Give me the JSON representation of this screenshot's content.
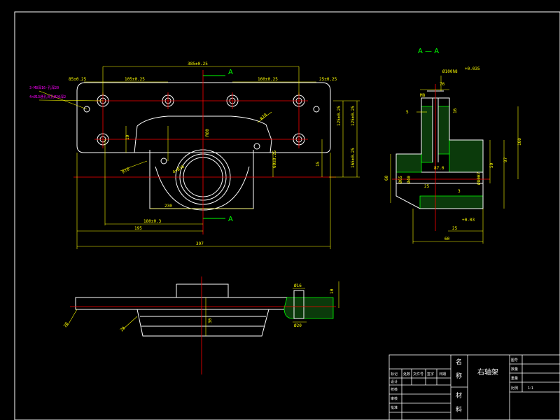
{
  "colors": {
    "background": "#000000",
    "outline": "#ffffff",
    "dimension": "#ffff00",
    "centerline": "#ff0000",
    "hatch": "#00ff00",
    "note": "#ff00ff"
  },
  "front_view": {
    "dims": {
      "overall_holes": "385±0.25",
      "left_offset": "85±0.25",
      "pitch_left": "105±0.25",
      "pitch_right": "160±0.25",
      "right_offset": "25±0.25",
      "right_v1": "125±0.25",
      "right_v2": "125±0.25",
      "right_v3": "165±0.25",
      "right_v4": "60±0.25",
      "small_v": "15",
      "inner_w": "230",
      "lower_w": "180±0.3",
      "half_w": "195",
      "overall_w": "397",
      "center_h": "R80",
      "left_r": "R70",
      "right_r": "R70",
      "boss": "4×Ø16",
      "left_h": "10"
    },
    "notes": [
      "3-M8深16-孔深20",
      "4×Ø13通孔沉孔Ø20深2"
    ],
    "section_mark": "A"
  },
  "section_view": {
    "title": "A — A",
    "dims": {
      "top_dia": "Ø100h8",
      "top_tol": "+0.035",
      "top_w": "76",
      "thread": "M8",
      "inner_w": "16",
      "depth": "87.0",
      "h_total": "160",
      "h_mid": "97",
      "h_small": "50",
      "left_h": "60",
      "left_d1": "Ø65",
      "left_d2": "Ø40",
      "ledge": "25",
      "bottom_w": "60",
      "bore": "Ø80H7",
      "bore_tol": "+0.03",
      "chamfer": "3",
      "label_side": "5"
    }
  },
  "bottom_view": {
    "dims": {
      "left_v": "20",
      "center_v": "30",
      "detail_top": "Ø16",
      "detail_bottom": "Ø20",
      "detail_side": "10"
    }
  },
  "title_block": {
    "part_name": "右轴架",
    "name_label_1": "名",
    "name_label_2": "称",
    "material_label_1": "材",
    "material_label_2": "料",
    "drawing_no_label": "图号",
    "quantity_label": "数量",
    "weight_label": "重量",
    "scale_label": "比例",
    "scale_value": "1:1",
    "revision_headers": [
      "标记",
      "处数",
      "文件号",
      "签字",
      "日期"
    ],
    "sign_rows": [
      "设计",
      "校核",
      "审核",
      "批准"
    ]
  }
}
